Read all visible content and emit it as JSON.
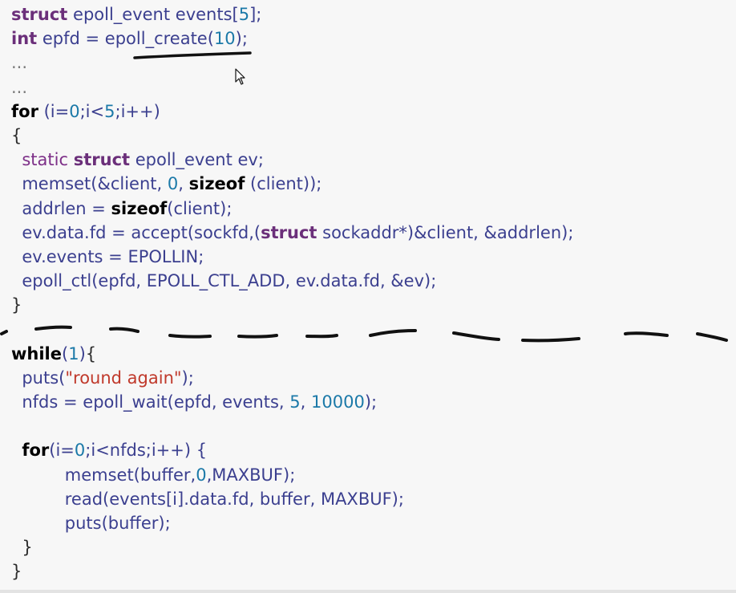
{
  "code": {
    "lines": [
      [
        [
          "struct",
          "type"
        ],
        [
          " epoll_event events[",
          "plain"
        ],
        [
          "5",
          "num"
        ],
        [
          "];",
          "plain"
        ]
      ],
      [
        [
          "int",
          "type"
        ],
        [
          " epfd = ",
          "plain"
        ],
        [
          "epoll_create",
          "plain"
        ],
        [
          "(",
          "plain"
        ],
        [
          "10",
          "num"
        ],
        [
          ");",
          "plain"
        ]
      ],
      [
        [
          "...",
          "dim"
        ]
      ],
      [
        [
          "...",
          "dim"
        ]
      ],
      [
        [
          "for",
          "kw"
        ],
        [
          " (i=",
          "plain"
        ],
        [
          "0",
          "num"
        ],
        [
          ";i<",
          "plain"
        ],
        [
          "5",
          "num"
        ],
        [
          ";i++)",
          "plain"
        ]
      ],
      [
        [
          "{",
          "punct"
        ]
      ],
      [
        [
          "  ",
          "plain"
        ],
        [
          "static",
          "mod"
        ],
        [
          " ",
          "plain"
        ],
        [
          "struct",
          "type"
        ],
        [
          " epoll_event ev;",
          "plain"
        ]
      ],
      [
        [
          "  memset(&client, ",
          "plain"
        ],
        [
          "0",
          "num"
        ],
        [
          ", ",
          "plain"
        ],
        [
          "sizeof",
          "kw"
        ],
        [
          " (client));",
          "plain"
        ]
      ],
      [
        [
          "  addrlen = ",
          "plain"
        ],
        [
          "sizeof",
          "kw"
        ],
        [
          "(client);",
          "plain"
        ]
      ],
      [
        [
          "  ev.data.fd = accept(sockfd,(",
          "plain"
        ],
        [
          "struct",
          "type"
        ],
        [
          " sockaddr*)&client, &addrlen);",
          "plain"
        ]
      ],
      [
        [
          "  ev.events = EPOLLIN;",
          "plain"
        ]
      ],
      [
        [
          "  epoll_ctl(epfd, EPOLL_CTL_ADD, ev.data.fd, &ev);",
          "plain"
        ]
      ],
      [
        [
          "}",
          "punct"
        ]
      ],
      [
        [
          "",
          "plain"
        ]
      ],
      [
        [
          "while",
          "kw"
        ],
        [
          "(",
          "plain"
        ],
        [
          "1",
          "num"
        ],
        [
          ")",
          "plain"
        ],
        [
          "{",
          "punct"
        ]
      ],
      [
        [
          "  puts(",
          "plain"
        ],
        [
          "\"round again\"",
          "str"
        ],
        [
          ");",
          "plain"
        ]
      ],
      [
        [
          "  nfds = epoll_wait(epfd, events, ",
          "plain"
        ],
        [
          "5",
          "num"
        ],
        [
          ", ",
          "plain"
        ],
        [
          "10000",
          "num"
        ],
        [
          ");",
          "plain"
        ]
      ],
      [
        [
          "",
          "plain"
        ]
      ],
      [
        [
          "  ",
          "plain"
        ],
        [
          "for",
          "kw"
        ],
        [
          "(i=",
          "plain"
        ],
        [
          "0",
          "num"
        ],
        [
          ";i<nfds;i++) {",
          "plain"
        ]
      ],
      [
        [
          "          memset(buffer,",
          "plain"
        ],
        [
          "0",
          "num"
        ],
        [
          ",MAXBUF);",
          "plain"
        ]
      ],
      [
        [
          "          read(events[i].data.fd, buffer, MAXBUF);",
          "plain"
        ]
      ],
      [
        [
          "          puts(buffer);",
          "plain"
        ]
      ],
      [
        [
          "  }",
          "punct"
        ]
      ],
      [
        [
          "}",
          "punct"
        ]
      ]
    ]
  },
  "annotations": {
    "underline_target": "epoll_create",
    "ink_color": "#111111"
  },
  "cursor": {
    "icon": "mouse-pointer-icon"
  }
}
